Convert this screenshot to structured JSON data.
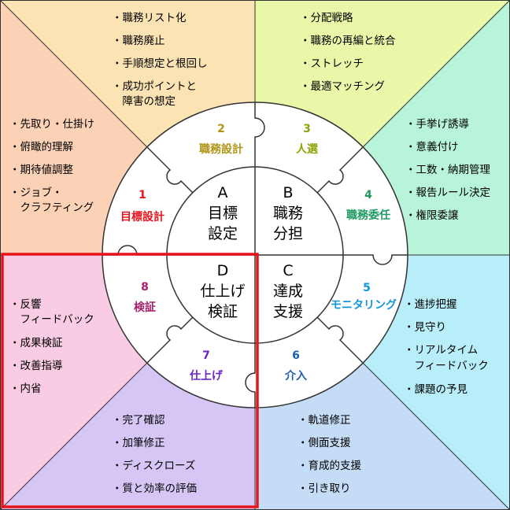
{
  "colors": {
    "top_left": "#FCE3B4",
    "top_right": "#E8F7A8",
    "right_upper": "#B8F4D9",
    "right_lower": "#B7EEF9",
    "bottom_right": "#C4DCF6",
    "bottom_left": "#D5C6F6",
    "left_lower": "#F9CCE3",
    "left_upper": "#FCD2B6",
    "highlight": "#E8141C",
    "seg_1": "#E8141C",
    "seg_2": "#B09416",
    "seg_3": "#92A20A",
    "seg_4": "#1E9A62",
    "seg_5": "#1096D8",
    "seg_6": "#1E5EB0",
    "seg_7": "#6A26C4",
    "seg_8": "#A4206C"
  },
  "regions": {
    "top_left": [
      "・職務リスト化",
      "・職務廃止",
      "・手順想定と根回し",
      "・成功ポイントと",
      "　障害の想定"
    ],
    "top_right": [
      "・分配戦略",
      "・職務の再編と統合",
      "・ストレッチ",
      "・最適マッチング"
    ],
    "right_upper": [
      "・手挙げ誘導",
      "・意義付け",
      "・工数・納期管理",
      "・報告ルール決定",
      "・権限委譲"
    ],
    "right_lower": [
      "・進捗把握",
      "・見守り",
      "・リアルタイム",
      "　フィードバック",
      "・課題の予見"
    ],
    "bottom_right": [
      "・軌道修正",
      "・側面支援",
      "・育成的支援",
      "・引き取り"
    ],
    "bottom_left": [
      "・完了確認",
      "・加筆修正",
      "・ディスクローズ",
      "・質と効率の評価"
    ],
    "left_lower": [
      "・反響",
      "　フィードバック",
      "・成果検証",
      "・改善指導",
      "・内省"
    ],
    "left_upper": [
      "・先取り・仕掛け",
      "・俯瞰的理解",
      "・期待値調整",
      "・ジョブ・",
      "　クラフティング"
    ]
  },
  "segments": [
    {
      "num": "1",
      "label": "目標設計"
    },
    {
      "num": "2",
      "label": "職務設計"
    },
    {
      "num": "3",
      "label": "人選"
    },
    {
      "num": "4",
      "label": "職務委任"
    },
    {
      "num": "5",
      "label": "モニタリング"
    },
    {
      "num": "6",
      "label": "介入"
    },
    {
      "num": "7",
      "label": "仕上げ"
    },
    {
      "num": "8",
      "label": "検証"
    }
  ],
  "core": {
    "A": {
      "letter": "A",
      "line1": "目標",
      "line2": "設定"
    },
    "B": {
      "letter": "B",
      "line1": "職務",
      "line2": "分担"
    },
    "C": {
      "letter": "C",
      "line1": "達成",
      "line2": "支援"
    },
    "D": {
      "letter": "D",
      "line1": "仕上げ",
      "line2": "検証"
    }
  }
}
